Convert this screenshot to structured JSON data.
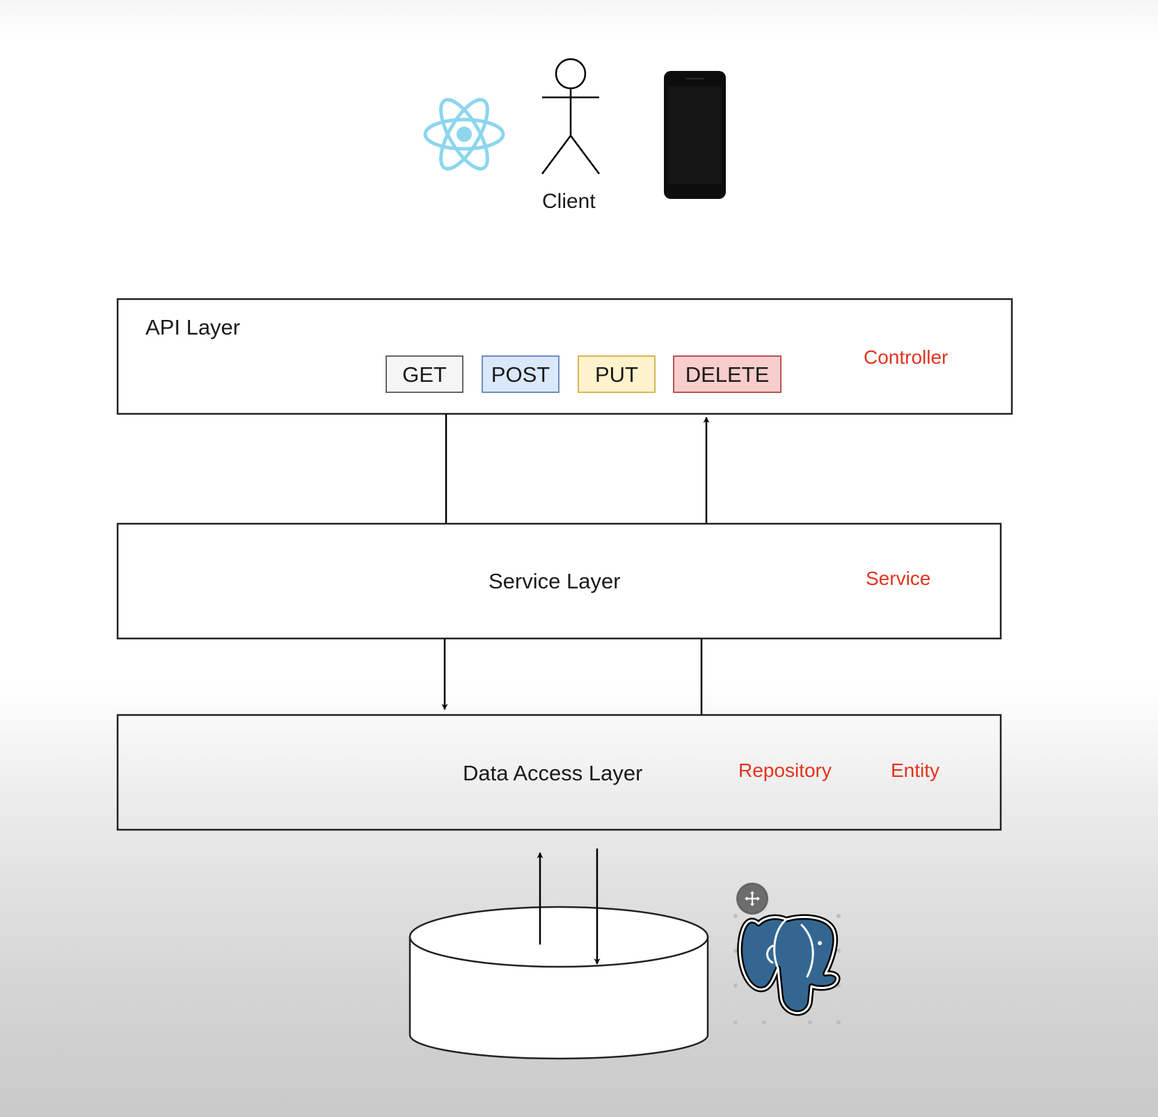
{
  "client": {
    "label": "Client",
    "icons": [
      "react-logo-icon",
      "stick-figure-icon",
      "smartphone-icon"
    ]
  },
  "api_layer": {
    "title": "API Layer",
    "tag": "Controller",
    "methods": [
      {
        "label": "GET",
        "fill": "#f5f5f5",
        "border": "#666666"
      },
      {
        "label": "POST",
        "fill": "#dae8fc",
        "border": "#6c8ebf"
      },
      {
        "label": "PUT",
        "fill": "#fff2cc",
        "border": "#d6b656"
      },
      {
        "label": "DELETE",
        "fill": "#f8cecc",
        "border": "#b85450"
      }
    ]
  },
  "service_layer": {
    "title": "Service Layer",
    "tag": "Service"
  },
  "data_access_layer": {
    "title": "Data Access Layer",
    "tags": [
      "Repository",
      "Entity"
    ]
  },
  "database": {
    "shape": "cylinder",
    "logo": "postgresql-elephant-icon"
  },
  "colors": {
    "tag_text": "#e1341e",
    "react": "#8dd6ee",
    "postgres": "#336791"
  }
}
